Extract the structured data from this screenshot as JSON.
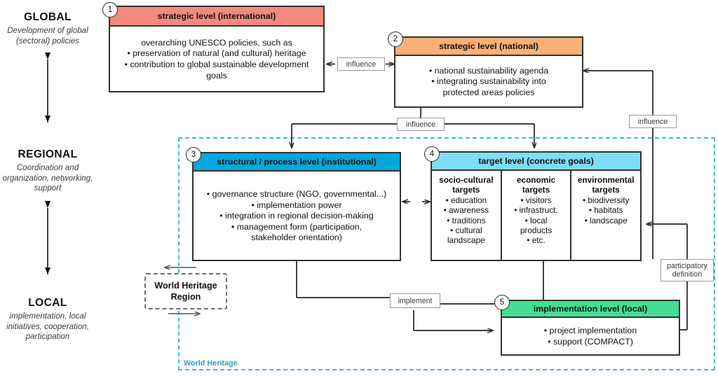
{
  "levels": [
    {
      "title": "GLOBAL",
      "subtitle": "Development of global\n(sectoral) policies"
    },
    {
      "title": "REGIONAL",
      "subtitle": "Coordination and\norganization, networking,\nsupport"
    },
    {
      "title": "LOCAL",
      "subtitle": "implementation, local\ninitiatives, cooperation,\nparticipation"
    }
  ],
  "boxes": {
    "b1": {
      "number": "1",
      "header": "strategic level (international)",
      "header_color": "#F4897D",
      "lines": [
        "overarching UNESCO policies, such as",
        "• preservation of natural (and cultural) heritage",
        "• contribution to global sustainable development",
        "goals"
      ]
    },
    "b2": {
      "number": "2",
      "header": "strategic level (national)",
      "header_color": "#FBB077",
      "lines": [
        "• national sustainability agenda",
        "• integrating sustainability into",
        "protected areas policies"
      ]
    },
    "b3": {
      "number": "3",
      "header": "structural / process level (institutional)",
      "header_color": "#00A9DC",
      "lines": [
        "• governance structure (NGO, governmental...)",
        "• implementation power",
        "• integration in regional decision-making",
        "• management form (participation,",
        "stakeholder orientation)"
      ]
    },
    "b4": {
      "number": "4",
      "header": "target level (concrete goals)",
      "header_color": "#7FDDF5",
      "columns": [
        {
          "title": [
            "socio-cultural",
            "targets"
          ],
          "items": [
            "• education",
            "• awareness",
            "• traditions",
            "• cultural",
            "landscape"
          ]
        },
        {
          "title": [
            "economic",
            "targets"
          ],
          "items": [
            "• visitors",
            "• infrastruct.",
            "• local",
            "products",
            "• etc."
          ]
        },
        {
          "title": [
            "environmental",
            "targets"
          ],
          "items": [
            "• biodiversity",
            "• habitats",
            "• landscape"
          ]
        }
      ]
    },
    "b5": {
      "number": "5",
      "header": "implementation level (local)",
      "header_color": "#45DD94",
      "lines": [
        "• project implementation",
        "• support (COMPACT)"
      ]
    }
  },
  "connectors": {
    "influence_1_2": "influence",
    "influence_2_down": "influence",
    "influence_right": "influence",
    "implement": "implement",
    "participatory_definition": "participatory\ndefinition"
  },
  "regions": {
    "world_heritage_region": "World Heritage\nRegion",
    "world_heritage_boundary": "World Heritage"
  }
}
